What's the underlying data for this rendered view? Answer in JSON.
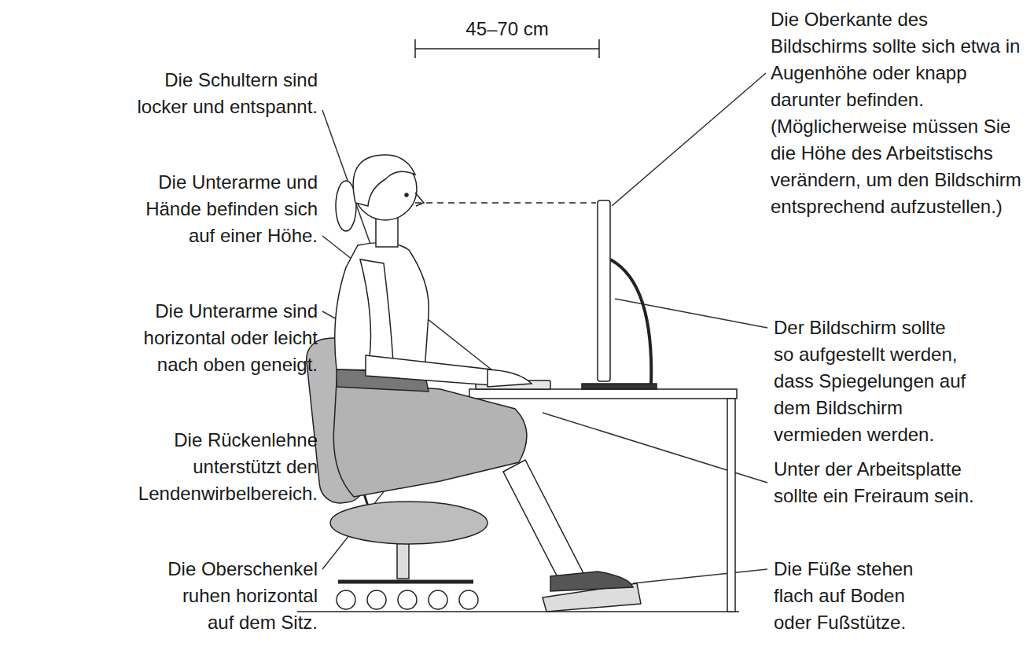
{
  "diagram": {
    "labels": [
      "Die Schultern sind locker und entspannt.",
      "45–70 cm",
      "Die Oberkante des Bildschirms sollte sich etwa in Augenhöhe oder knapp darunter befinden. (Möglicherweise müssen Sie die Höhe des Arbeitstischs verändern, um den Bildschirm entsprechend aufzustellen.)",
      "Die Unterarme und Hände befinden sich auf einer Höhe.",
      "Die Unterarme sind horizontal oder leicht nach oben geneigt.",
      "Der Bildschirm sollte so aufgestellt werden, dass Spiegelungen auf dem Bildschirm vermieden werden.",
      "Die Rückenlehne unterstützt den Lendenwirbelbereich.",
      "Unter der Arbeitsplatte sollte ein Freiraum sein.",
      "Die Oberschenkel ruhen horizontal auf dem Sitz.",
      "Die Füße stehen flach auf Boden oder Fußstütze."
    ]
  }
}
